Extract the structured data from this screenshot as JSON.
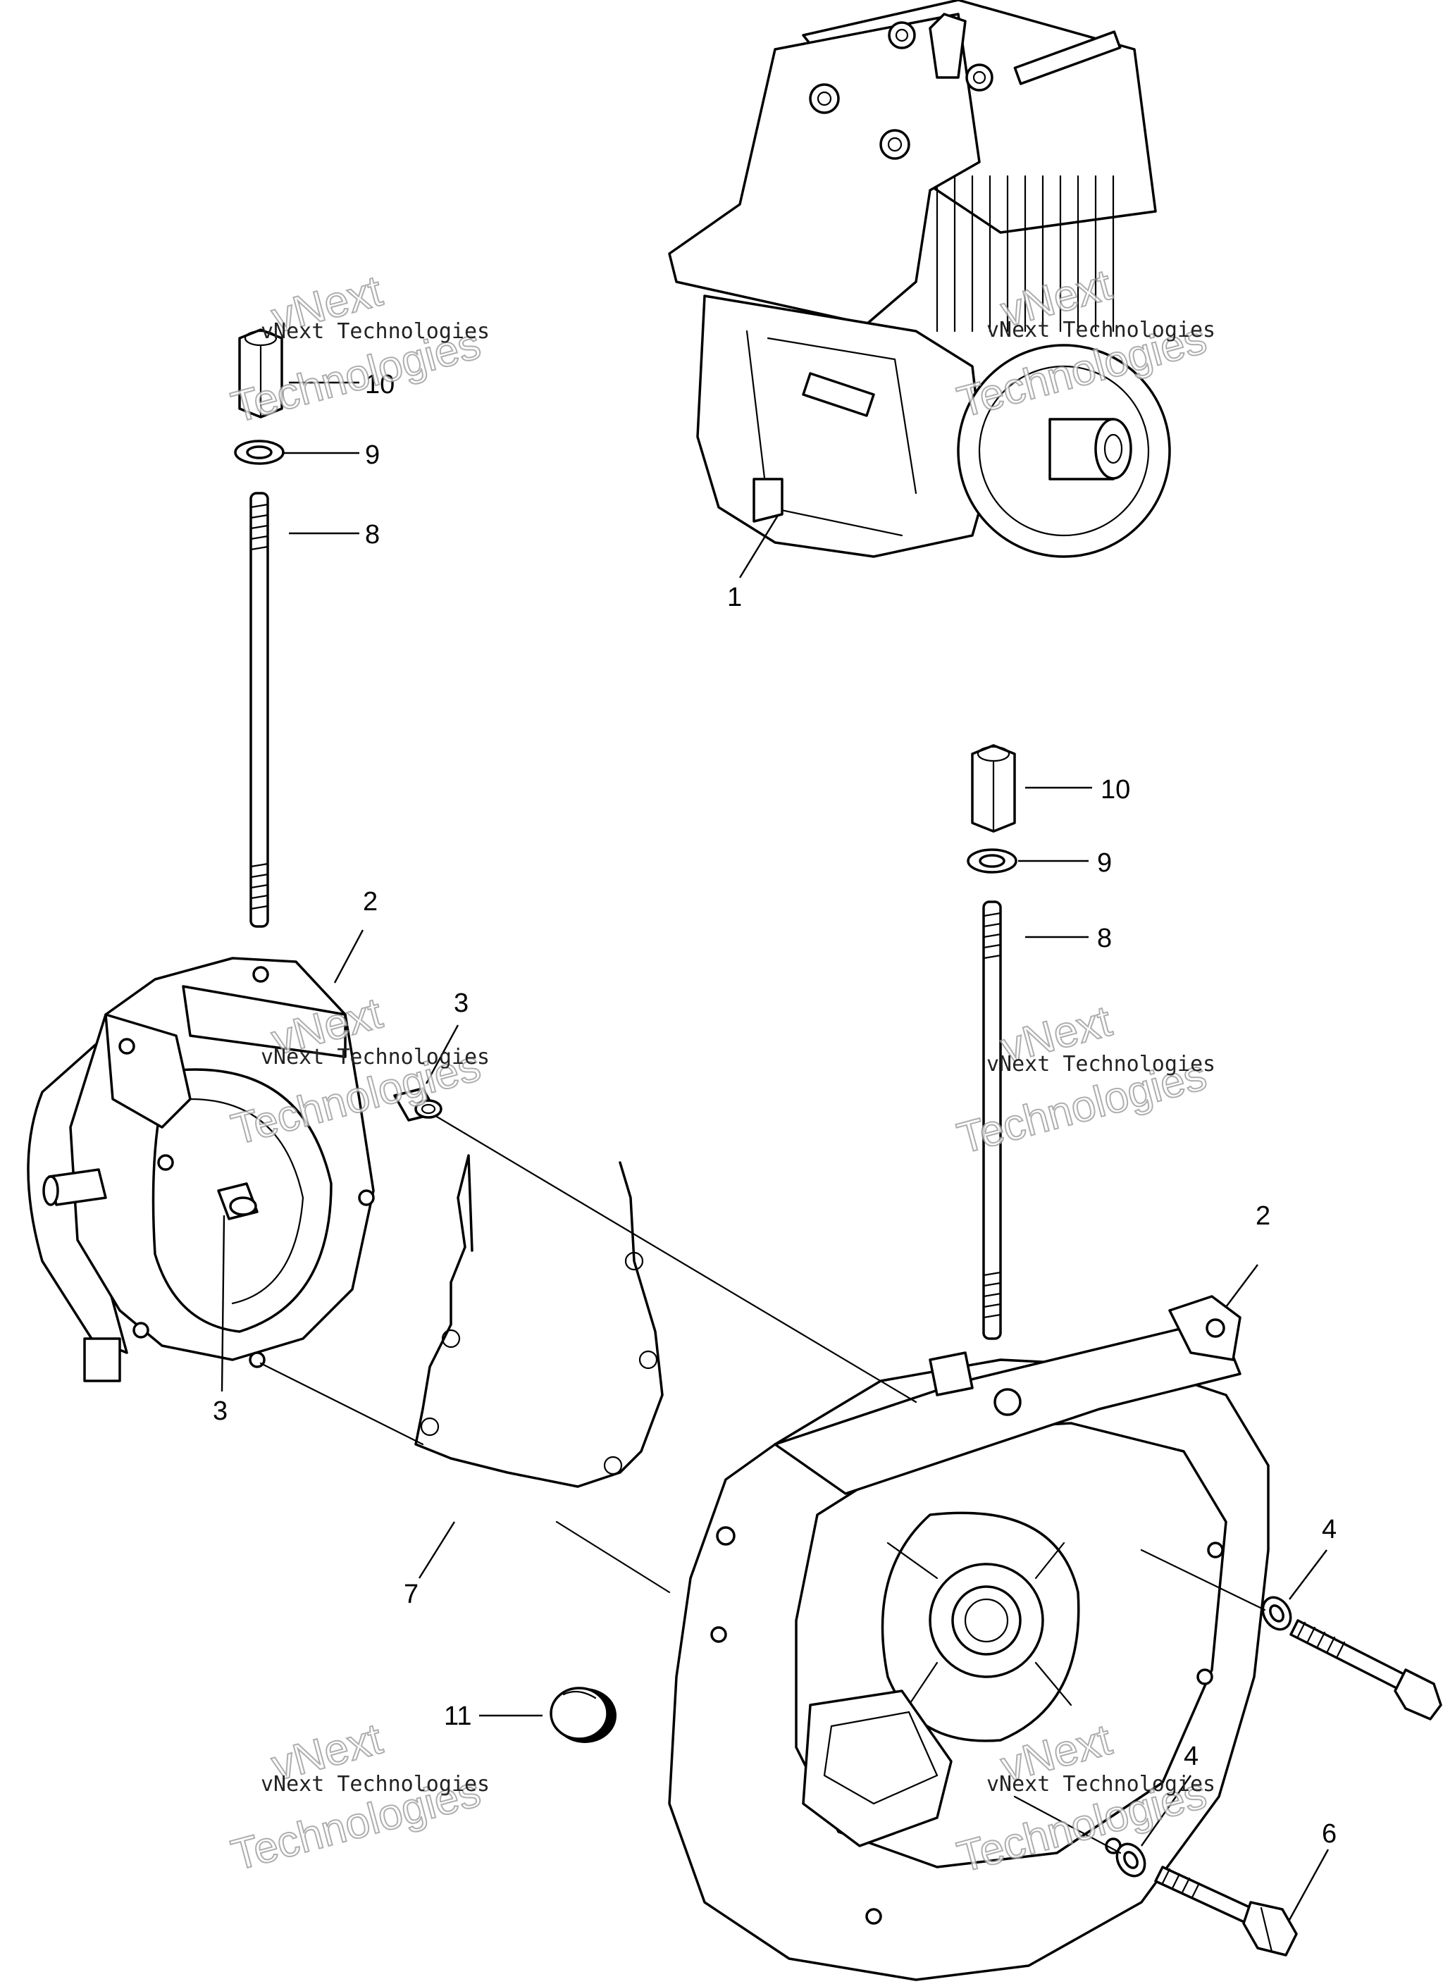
{
  "callouts": [
    {
      "id": "c1",
      "text": "1"
    },
    {
      "id": "c2a",
      "text": "2"
    },
    {
      "id": "c2b",
      "text": "2"
    },
    {
      "id": "c3a",
      "text": "3"
    },
    {
      "id": "c3b",
      "text": "3"
    },
    {
      "id": "c4a",
      "text": "4"
    },
    {
      "id": "c4b",
      "text": "4"
    },
    {
      "id": "c6",
      "text": "6"
    },
    {
      "id": "c7",
      "text": "7"
    },
    {
      "id": "c8a",
      "text": "8"
    },
    {
      "id": "c8b",
      "text": "8"
    },
    {
      "id": "c9a",
      "text": "9"
    },
    {
      "id": "c9b",
      "text": "9"
    },
    {
      "id": "c10a",
      "text": "10"
    },
    {
      "id": "c10b",
      "text": "10"
    },
    {
      "id": "c11",
      "text": "11"
    }
  ],
  "watermark": {
    "line1": "vNext Technologies",
    "line2": "vNext",
    "line3": "Technologies"
  }
}
